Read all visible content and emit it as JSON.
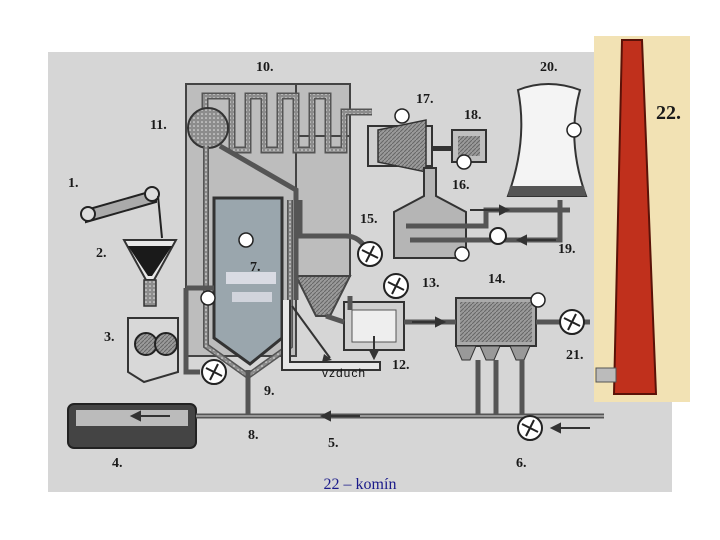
{
  "labels": {
    "n1": "1.",
    "n2": "2.",
    "n3": "3.",
    "n4": "4.",
    "n5": "5.",
    "n6": "6.",
    "n7": "7.",
    "n8": "8.",
    "n9": "9.",
    "n10": "10.",
    "n11": "11.",
    "n12": "12.",
    "n13": "13.",
    "n14": "14.",
    "n15": "15.",
    "n16": "16.",
    "n17": "17.",
    "n18": "18.",
    "n19": "19.",
    "n20": "20.",
    "n21": "21.",
    "n22": "22."
  },
  "air_label": "vzduch",
  "caption": "22 – komín",
  "colors": {
    "chimney": "#c0301c",
    "chimney_panel": "#f2e2b4",
    "caption": "#1a1a8a",
    "background": "#d6d6d6"
  }
}
